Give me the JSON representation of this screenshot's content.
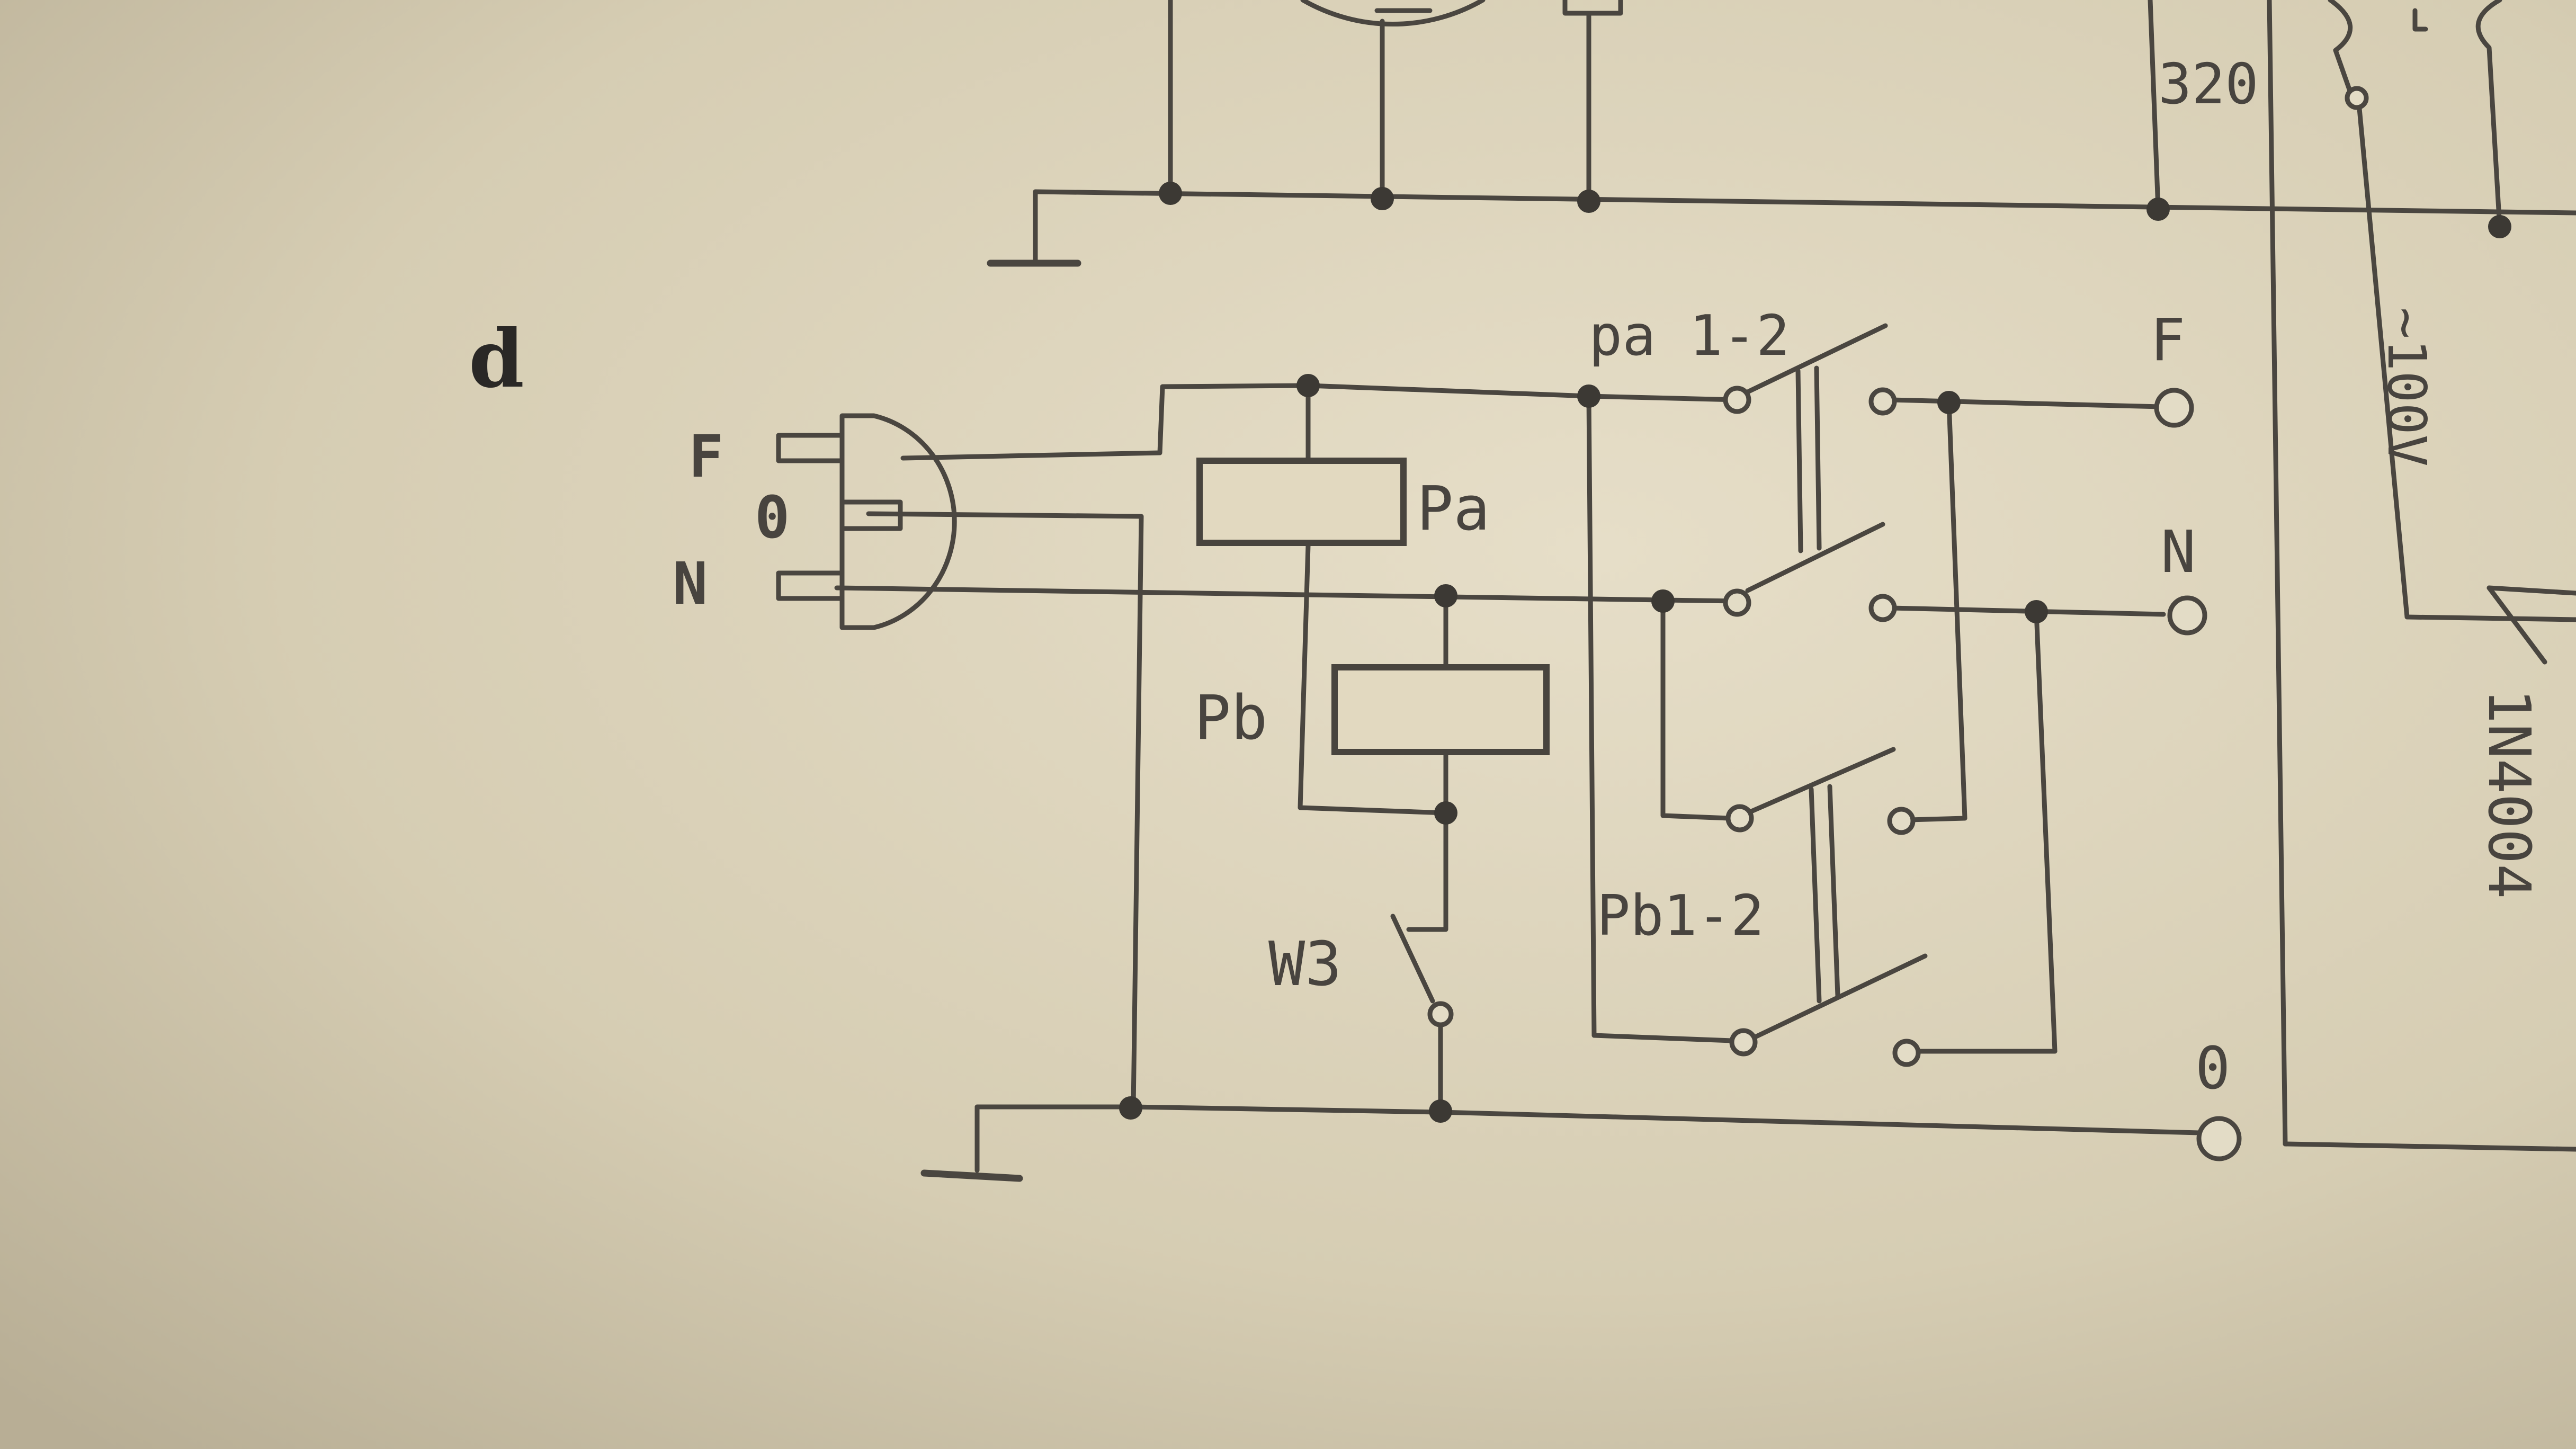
{
  "diagram": {
    "section_label": "d",
    "plug": {
      "pins": [
        "F",
        "0",
        "N"
      ]
    },
    "relays": {
      "coil_a": "Pa",
      "coil_b": "Pb"
    },
    "contacts": {
      "group_a": "pa 1-2",
      "group_b": "Pb1-2"
    },
    "switch": "W3",
    "outputs": [
      "F",
      "N",
      "0"
    ],
    "upper_label": "320",
    "side_labels": {
      "voltage": "~100V",
      "diode": "1N4004"
    }
  },
  "colors": {
    "paper": "#d8cfb6",
    "ink": "#4a4640"
  }
}
